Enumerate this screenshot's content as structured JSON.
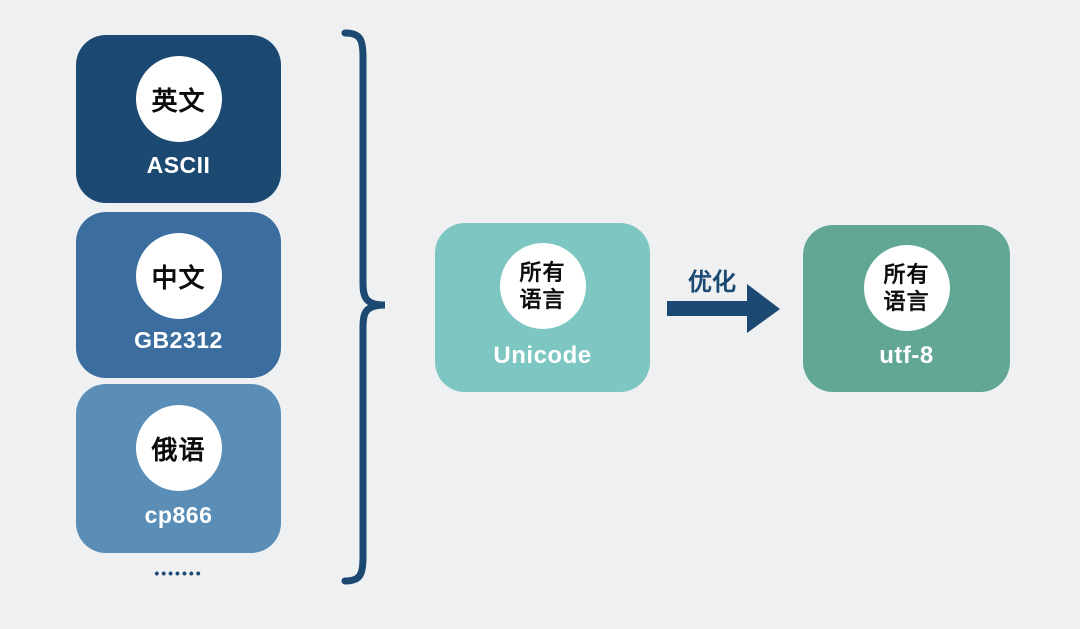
{
  "canvas": {
    "background": "#eef0f2",
    "accent": "#1b4971"
  },
  "legacy_encodings": [
    {
      "language": "英文",
      "encoding": "ASCII",
      "color": "#1b4971"
    },
    {
      "language": "中文",
      "encoding": "GB2312",
      "color": "#3b6e9e"
    },
    {
      "language": "俄语",
      "encoding": "cp866",
      "color": "#5b8eb6"
    }
  ],
  "ellipsis": "•••••••",
  "unified": {
    "unicode": {
      "language_line1": "所有",
      "language_line2": "语言",
      "encoding": "Unicode",
      "color": "#7ec6c1"
    },
    "utf8": {
      "language_line1": "所有",
      "language_line2": "语言",
      "encoding": "utf-8",
      "color": "#62a795"
    }
  },
  "arrow": {
    "label": "优化",
    "color": "#1b4971"
  }
}
